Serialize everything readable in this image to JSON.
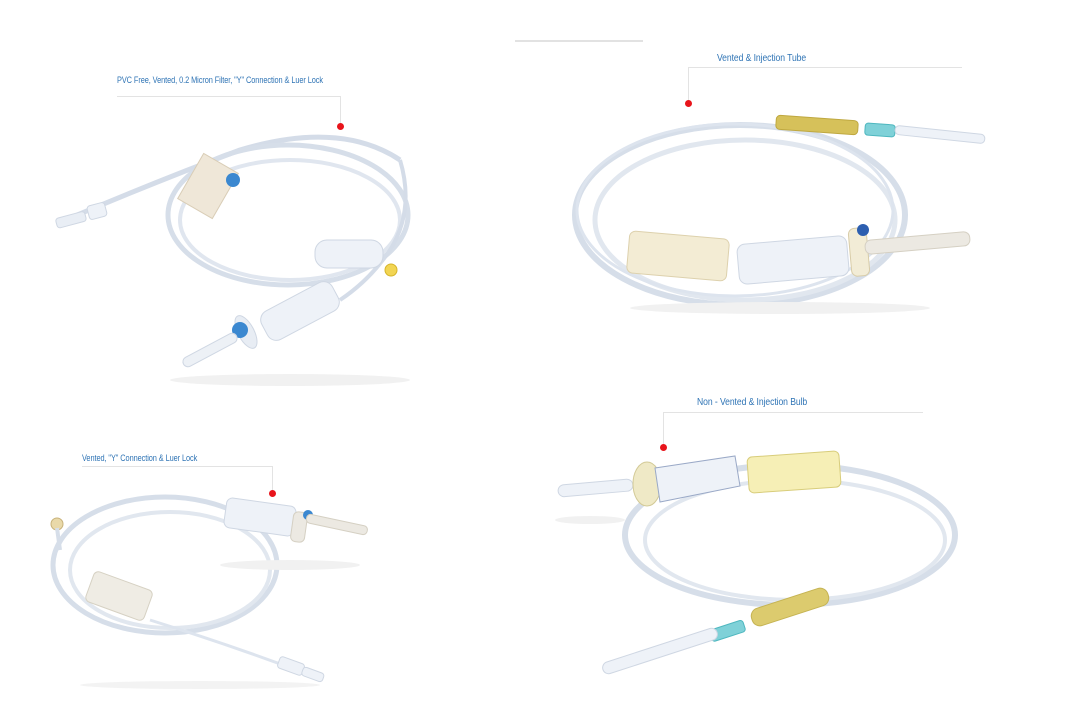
{
  "page": {
    "background": "#ffffff",
    "accent_label_color": "#2f74b5",
    "callout_dot_color": "#e8141b",
    "callout_line_color": "#e3e3e3"
  },
  "products": [
    {
      "id": "pvc-free-vented-filter",
      "label": "PVC Free, Vented, 0.2 Micron Filter, \"Y\" Connection & Luer Lock",
      "image_alt": "IV infusion set with roller clamp, 0.2 micron filter, Y connector and luer lock",
      "components": [
        "luer-lock",
        "roller-clamp",
        "inline-filter",
        "y-injection-port",
        "drip-chamber",
        "vented-spike"
      ]
    },
    {
      "id": "vented-injection-tube",
      "label": "Vented & Injection Tube",
      "image_alt": "IV infusion set with injection tube, roller clamp, drip chamber and needle",
      "components": [
        "needle",
        "latex-injection-tube",
        "roller-clamp",
        "drip-chamber",
        "vented-spike"
      ]
    },
    {
      "id": "vented-y-luer",
      "label": "Vented, \"Y\" Connection & Luer Lock",
      "image_alt": "IV infusion set with Y connection, roller clamp and luer lock",
      "components": [
        "y-port",
        "roller-clamp",
        "luer-lock",
        "drip-chamber",
        "vented-spike"
      ]
    },
    {
      "id": "non-vented-injection-bulb",
      "label": "Non - Vented & Injection Bulb",
      "image_alt": "Non-vented IV infusion set with injection bulb, roller clamp and needle",
      "components": [
        "spike",
        "drip-chamber",
        "roller-clamp",
        "injection-bulb",
        "needle"
      ]
    }
  ]
}
